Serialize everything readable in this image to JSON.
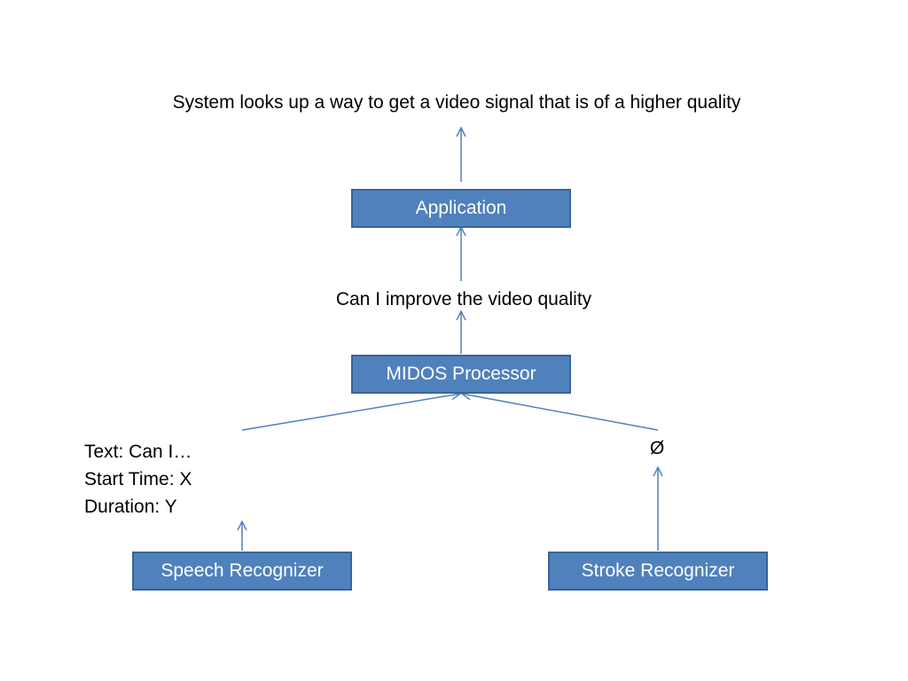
{
  "colors": {
    "box_fill": "#4f81bd",
    "box_border": "#3a6595",
    "connector": "#4f81bd",
    "text": "#000000",
    "box_text": "#ffffff"
  },
  "diagram": {
    "top_label": "System looks up a way to get a video signal that is of a higher quality",
    "application_box": "Application",
    "query_label": "Can I improve the video quality",
    "processor_box": "MIDOS Processor",
    "speech_output": {
      "text_line": "Text: Can I…",
      "start_line": "Start Time: X",
      "duration_line": "Duration: Y"
    },
    "stroke_output": "Ø",
    "speech_box": "Speech Recognizer",
    "stroke_box": "Stroke Recognizer"
  }
}
